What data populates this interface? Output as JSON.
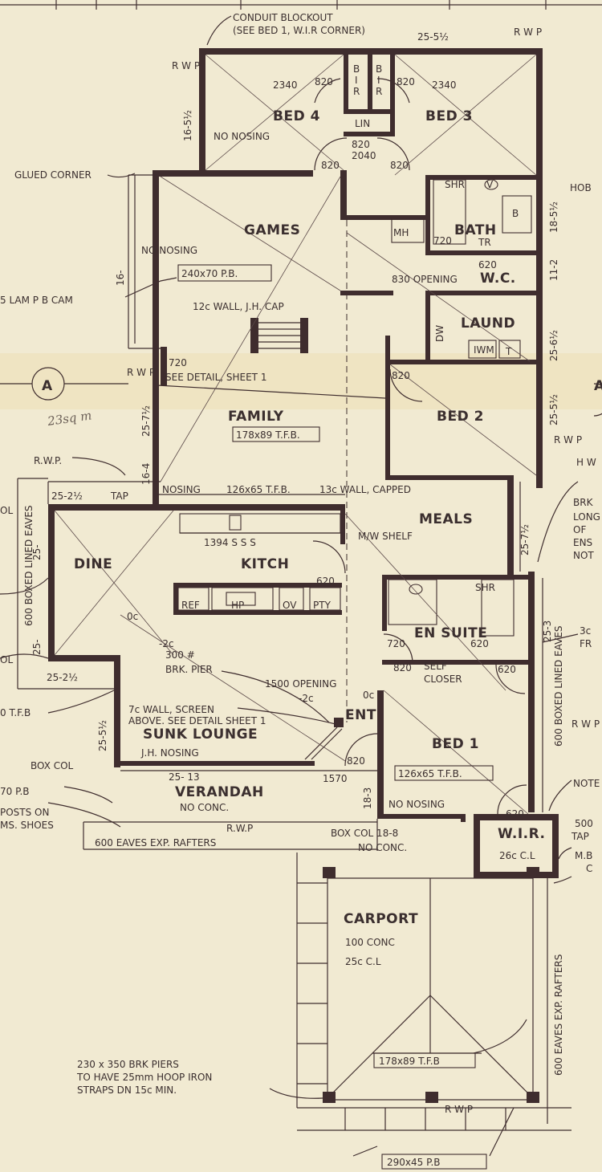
{
  "rooms": {
    "bed4": "BED 4",
    "bed3": "BED 3",
    "games": "GAMES",
    "bath": "BATH",
    "wc": "W.C.",
    "laund": "LAUND",
    "bed2": "BED 2",
    "family": "FAMILY",
    "meals": "MEALS",
    "dine": "DINE",
    "kitch": "KITCH",
    "en_suite": "EN SUITE",
    "sunk_lounge": "SUNK LOUNGE",
    "ent": "ENT",
    "bed1": "BED 1",
    "verandah": "VERANDAH",
    "wir": "W.I.R.",
    "carport": "CARPORT"
  },
  "notes": {
    "conduit_1": "CONDUIT BLOCKOUT",
    "conduit_2": "(SEE BED 1, W.I.R CORNER)",
    "glued_corner": "GLUED CORNER",
    "no_nosing_bed4": "NO NOSING",
    "no_nosing_games": "NO NOSING",
    "beam_games": "240x70 P.B.",
    "lam_pb": "5 LAM P B CAM",
    "wall_jh": "12c WALL, J.H. CAP",
    "see_detail_1": "SEE DETAIL, SHEET 1",
    "family_beam": "178x89 T.F.B.",
    "nosing": "NOSING",
    "family_beam2": "126x65 T.F.B.",
    "wall_capped": "13c WALL, CAPPED",
    "mw_shelf": "M/W SHELF",
    "sss": "1394 S S S",
    "lin": "LIN",
    "mh": "MH",
    "opening_830": "830 OPENING",
    "iwm": "IWM",
    "hob": "HOB",
    "hw": "H W",
    "rwp": "R.W.P.",
    "rwp_top": "R W P",
    "tap": "TAP",
    "eaves_left": "600 BOXED LINED EAVES",
    "eaves_right": "600 BOXED LINED EAVES",
    "brk_pier": "300 # BRK. PIER",
    "opening_1500": "1500 OPENING",
    "self_closer": "SELF CLOSER",
    "wall_screen_1": "7c WALL, SCREEN",
    "wall_screen_2": "ABOVE. SEE DETAIL SHEET 1",
    "jh_nosing": "J.H. NOSING",
    "box_col": "BOX COL",
    "no_conc": "NO CONC.",
    "eaves_exp": "600 EAVES EXP. RAFTERS",
    "box_col_188": "BOX COL  18-8",
    "no_conc2": "NO CONC.",
    "bed1_beam": "126x65 T.F.B.",
    "no_nosing_bed1": "NO NOSING",
    "carport_conc": "100  CONC",
    "carport_cl": "25c C.L",
    "carport_beam": "178x89 T.F.B",
    "eaves_carport": "600 EAVES EXP. RAFTERS",
    "piers_1": "230 x 350 BRK PIERS",
    "piers_2": "TO HAVE 25mm HOOP IRON",
    "piers_3": "STRAPS  DN  15c  MIN.",
    "pb_290": "290x45 P.B",
    "ref": "REF",
    "hp": "HP",
    "ov": "OV",
    "pty": "PTY",
    "shr": "SHR",
    "shr2": "SHR",
    "b": "B",
    "t": "T",
    "tr": "TR",
    "v": "V",
    "dw": "DW",
    "brk": "BRK",
    "long": "LONG",
    "of": "OF",
    "ens": "ENS",
    "not": "NOT",
    "not2": "NOTE",
    "posts": "POSTS ON",
    "ms_shoes": "MS. SHOES",
    "pb_70": "70 P.B",
    "tfb_left": "0 T.F.B",
    "ol": "OL",
    "ol2": "OL",
    "fr": "FR",
    "three_c": "3c",
    "five_hundred": "500",
    "tap2": "TAP",
    "mb": "M.B",
    "c": "C",
    "oc1": "0c",
    "minus2c": "-2c",
    "oc2": "0c",
    "minus2c2": "-2c",
    "section_a": "A",
    "section_a2": "A",
    "handwritten": "23sq m",
    "rwp_left": "R.W.P"
  },
  "dims": {
    "d25_5h_top": "25-5½",
    "d2340_l": "2340",
    "d820_a": "820",
    "d820_b": "820",
    "d2340_r": "2340",
    "d820_2040": "820",
    "d2040": "2040",
    "d820_c": "820",
    "d820_d": "820",
    "d16_5h": "16-5½",
    "d18_5h": "18-5½",
    "d720_bath": "720",
    "d620_wc": "620",
    "d11_2": "11-2",
    "d25_6h": "25-6½",
    "d720_fam": "720",
    "d820_bed2": "820",
    "d25_7h": "25-7½",
    "d16_4": "16-4",
    "d16_": "16-",
    "d25_5h_r": "25-5½",
    "d25_2h_top": "25-2½",
    "d25_left": "25-",
    "d25_left2": "25-",
    "d620_kitch": "620",
    "d25_7h_meals": "25-7½",
    "d720_ens": "720",
    "d620_ens": "620",
    "d820_ens": "820",
    "d620_closer": "620",
    "d25_2h_bot": "25-2½",
    "d25_5h_lounge": "25-5½",
    "d25_3": "25-3",
    "d820_ent": "820",
    "d25_13": "25- 13",
    "d1570": "1570",
    "d18_3": "18-3",
    "d620_wir": "620",
    "d26cl": "26c C.L"
  }
}
